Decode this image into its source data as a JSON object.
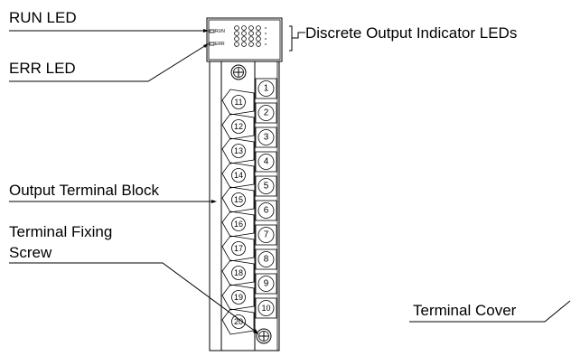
{
  "labels": {
    "run_led": "RUN LED",
    "err_led": "ERR LED",
    "output_indicators": "Discrete Output Indicator LEDs",
    "output_terminal_block": "Output Terminal Block",
    "fixing_screw_line1": "Terminal Fixing",
    "fixing_screw_line2": "Screw",
    "terminal_cover": "Terminal Cover"
  },
  "led_panel": {
    "run_tag": "RUN",
    "err_tag": "ERR"
  },
  "terminals": {
    "right_column": [
      "1",
      "2",
      "3",
      "4",
      "5",
      "6",
      "7",
      "8",
      "9",
      "10"
    ],
    "left_column": [
      "11",
      "12",
      "13",
      "14",
      "15",
      "16",
      "17",
      "18",
      "19",
      "20"
    ]
  }
}
